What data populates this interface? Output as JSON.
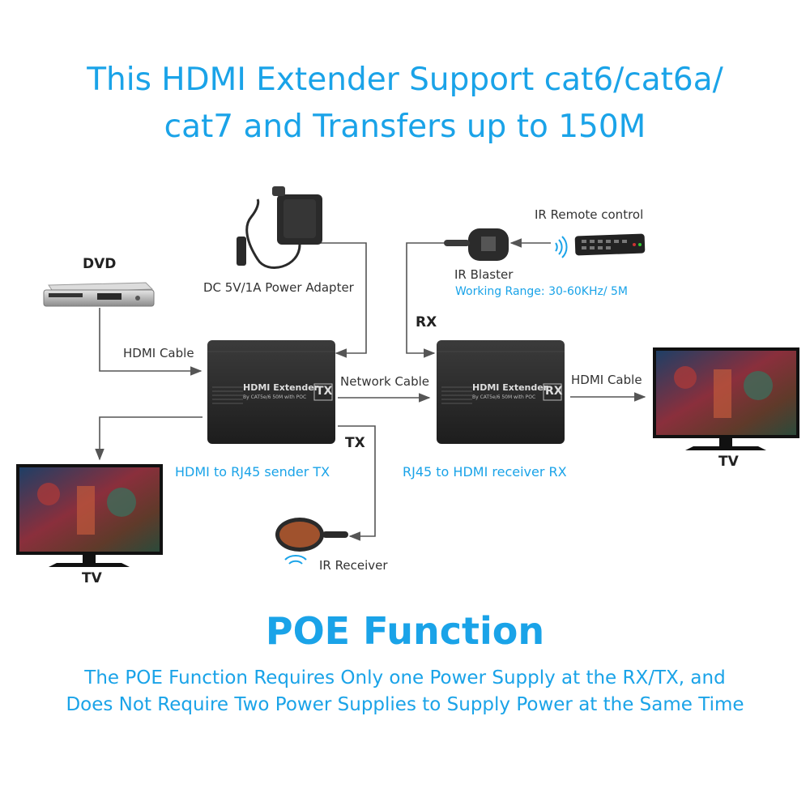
{
  "colors": {
    "accent": "#1aa3e8",
    "line": "#555555",
    "device": "#2e2e2e"
  },
  "header": {
    "title_line1": "This HDMI Extender Support cat6/cat6a/",
    "title_line2": "cat7 and Transfers up to 150M"
  },
  "diagram": {
    "dvd_label": "DVD",
    "power_adapter_label": "DC 5V/1A Power Adapter",
    "ir_remote_label": "IR Remote control",
    "ir_blaster_label": "IR Blaster",
    "working_range_label": "Working Range: 30-60KHz/ 5M",
    "hdmi_cable_left_label": "HDMI Cable",
    "network_cable_label": "Network Cable",
    "hdmi_cable_right_label": "HDMI Cable",
    "rx_tag": "RX",
    "tx_tag": "TX",
    "sender_caption": "HDMI to RJ45 sender TX",
    "receiver_caption": "RJ45 to HDMI receiver RX",
    "tv_left_label": "TV",
    "tv_right_label": "TV",
    "ir_receiver_label": "IR Receiver",
    "tx_device": {
      "brand": "HDMI Extender",
      "sub": "By CAT5e/6 50M with POC",
      "mode": "TX"
    },
    "rx_device": {
      "brand": "HDMI Extender",
      "sub": "By CAT5e/6 50M with POC",
      "mode": "RX"
    }
  },
  "poe": {
    "title": "POE Function",
    "desc_line1": "The POE Function Requires Only one Power Supply at the RX/TX, and",
    "desc_line2": "Does Not Require Two Power Supplies to Supply Power at the Same Time"
  }
}
